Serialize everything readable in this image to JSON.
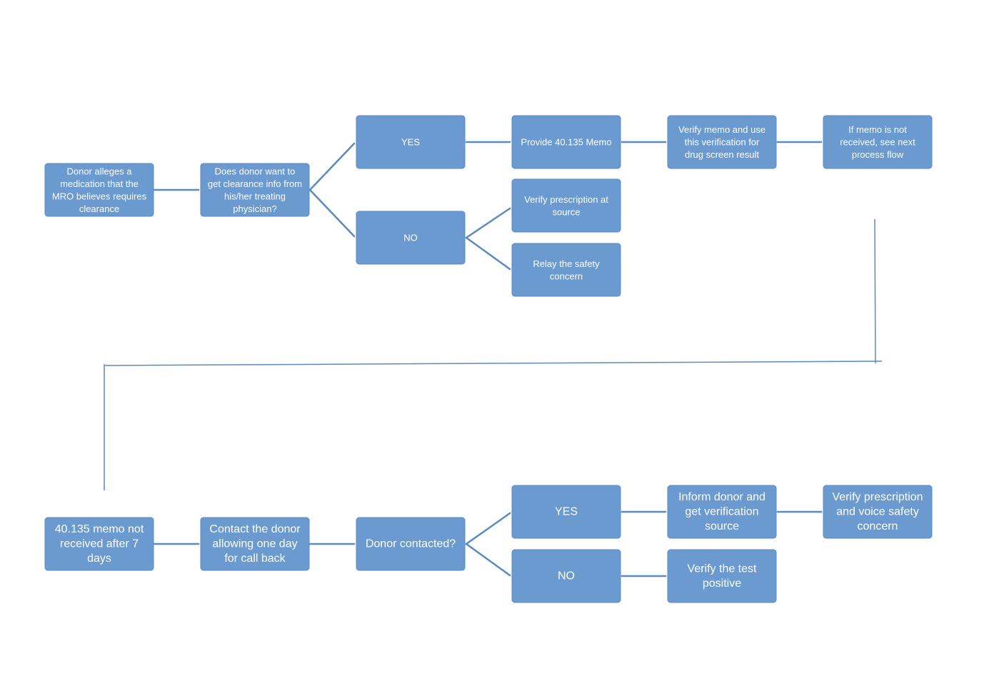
{
  "colors": {
    "node_fill": "#6b9ad0",
    "connector": "#5a8ac4",
    "background": "#ffffff",
    "text": "#ffffff"
  },
  "flow1": {
    "start": [
      "Donor alleges a",
      "medication that the",
      "MRO believes requires",
      "clearance"
    ],
    "question": [
      "Does donor want to",
      "get clearance info from",
      "his/her treating",
      "physician?"
    ],
    "yes": [
      "YES"
    ],
    "no": [
      "NO"
    ],
    "provide_memo": [
      "Provide 40.135 Memo"
    ],
    "verify_memo": [
      "Verify memo and use",
      "this verification for",
      "drug screen result"
    ],
    "memo_not_received": [
      "If memo is not",
      "received, see next",
      "process flow"
    ],
    "verify_prescription": [
      "Verify prescription at",
      "source"
    ],
    "relay_safety": [
      "Relay the safety",
      "concern"
    ]
  },
  "flow2": {
    "memo_not_received_7_days": [
      "40.135 memo not",
      "received after 7",
      "days"
    ],
    "contact_donor": [
      "Contact the donor",
      "allowing one day",
      "for call back"
    ],
    "donor_contacted": [
      "Donor contacted?"
    ],
    "yes": [
      "YES"
    ],
    "no": [
      "NO"
    ],
    "inform_donor": [
      "Inform donor and",
      "get verification",
      "source"
    ],
    "verify_voice_safety": [
      "Verify prescription",
      "and voice safety",
      "concern"
    ],
    "verify_test_positive": [
      "Verify the test",
      "positive"
    ]
  }
}
